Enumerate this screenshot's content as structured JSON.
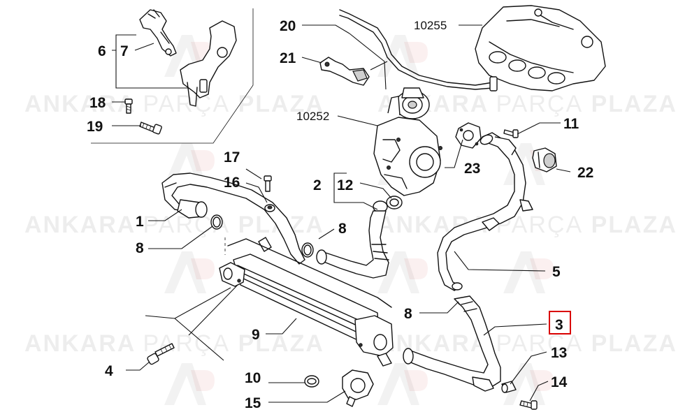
{
  "watermark": {
    "brand_a": "ANKARA",
    "brand_b": "PARÇA",
    "brand_c": "PLAZA"
  },
  "labels": {
    "p1": "1",
    "p2": "2",
    "p3": "3",
    "p4": "4",
    "p5": "5",
    "p6": "6",
    "p7": "7",
    "p8a": "8",
    "p8b": "8",
    "p8c": "8",
    "p9": "9",
    "p10": "10",
    "p11": "11",
    "p12": "12",
    "p13": "13",
    "p14": "14",
    "p15": "15",
    "p16": "16",
    "p17": "17",
    "p18": "18",
    "p19": "19",
    "p20": "20",
    "p21": "21",
    "p22": "22",
    "p23": "23",
    "p10252": "10252",
    "p10255": "10255"
  },
  "highlight": {
    "color": "#d90000",
    "label": "3"
  }
}
